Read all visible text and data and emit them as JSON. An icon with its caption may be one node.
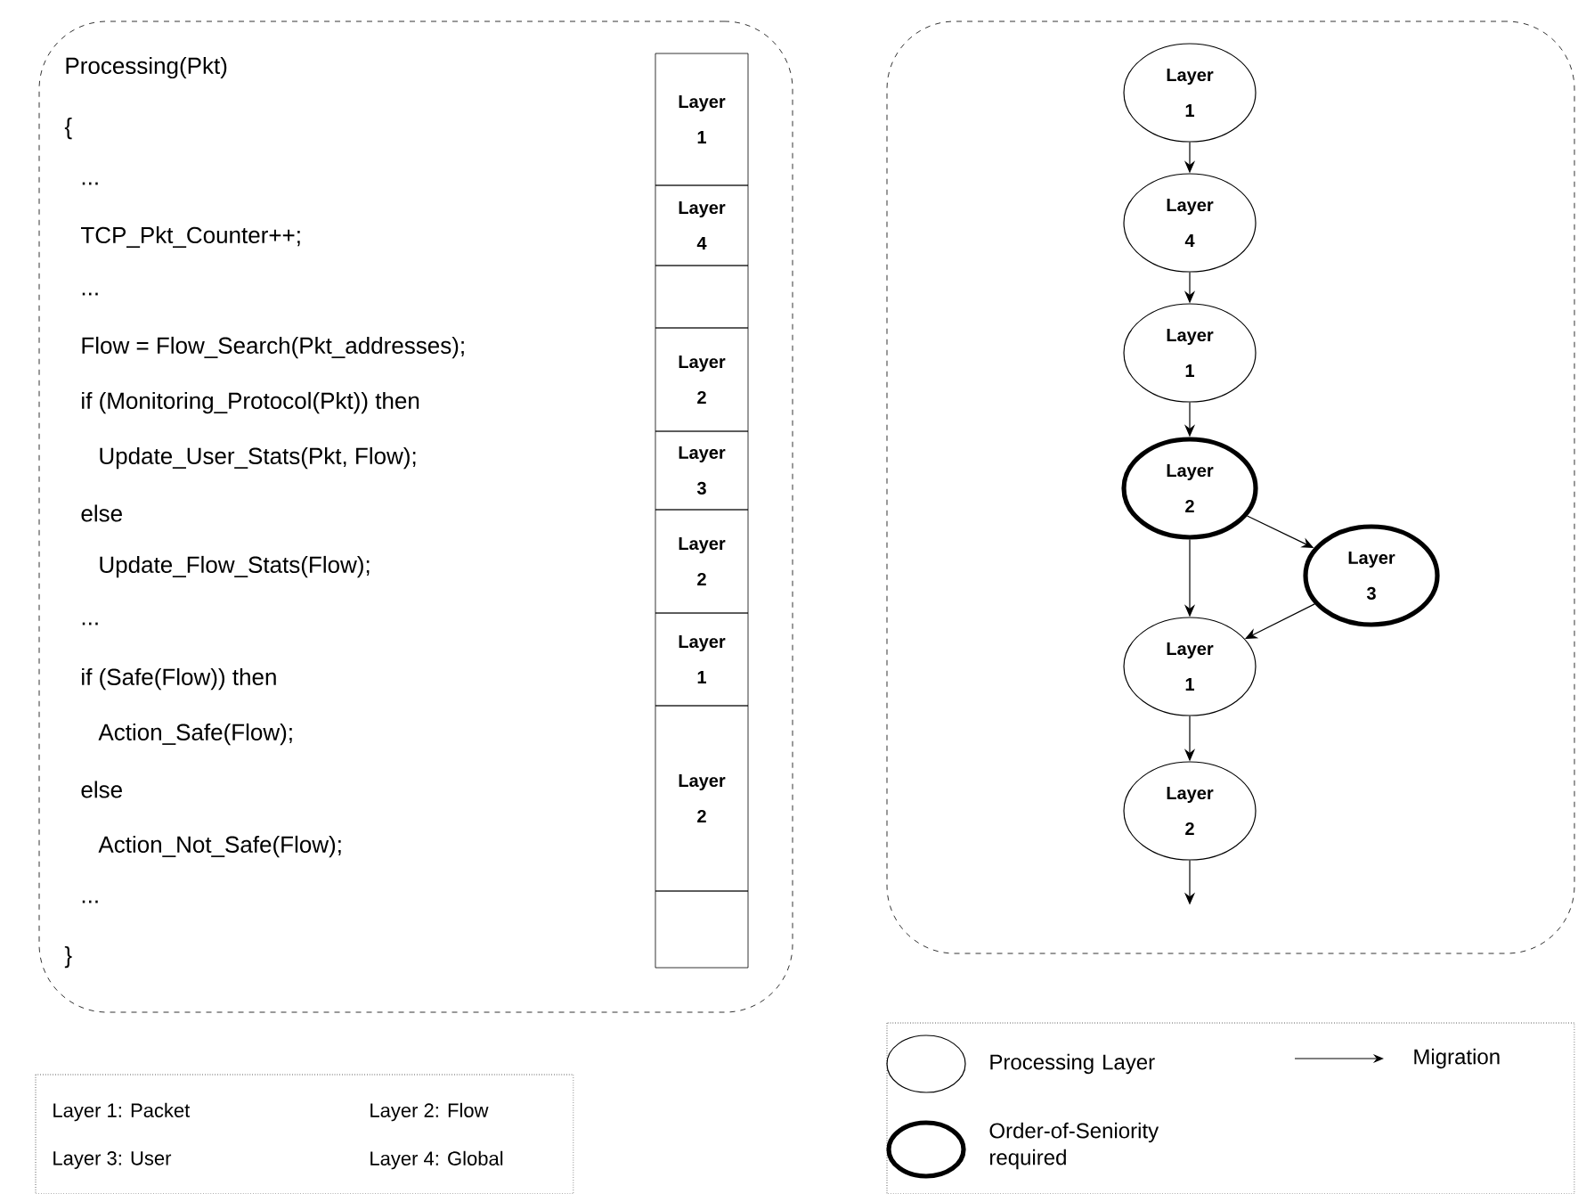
{
  "diagram": {
    "nodes": [
      {
        "text": [
          "Processing(Pkt)",
          "{",
          "...",
          "TCP_Pkt_Counter++;",
          "...",
          "Flow = Flow_Search(Pkt_addresses);",
          "if (Monitoring_Protocol(Pkt)) then",
          "Update_User_Stats(Pkt, Flow);",
          "else",
          "Update_Flow_Stats(Flow);",
          "...",
          "if (Safe(Flow)) then",
          "Action_Safe(Flow);",
          "else",
          "Action_Not_Safe(Flow);",
          "...",
          "}"
        ]
      },
      {
        "text": [
          "Layer 1"
        ],
        "in": 0
      },
      {
        "text": [
          "Layer 4"
        ],
        "in": 0
      },
      {
        "text": [],
        "shape": "box",
        "in": 0
      },
      {
        "text": [
          "Layer 2"
        ],
        "in": 0
      },
      {
        "text": [
          "Layer 3"
        ],
        "in": 0
      },
      {
        "text": [
          "Layer 2"
        ],
        "in": 0
      },
      {
        "text": [
          "Layer 1"
        ],
        "in": 0
      },
      {
        "text": [
          "Layer 2"
        ],
        "in": 0
      },
      {
        "text": [],
        "shape": "box",
        "in": 0
      },
      {
        "text": [],
        "shape": "box"
      },
      {
        "text": [
          "Layer 1"
        ],
        "in": 10
      },
      {
        "text": [
          "Layer 4"
        ],
        "in": 10
      },
      {
        "text": [
          "Layer 1"
        ],
        "in": 10
      },
      {
        "text": [
          "Layer 2"
        ],
        "in": 10
      },
      {
        "text": [
          "Layer 3"
        ],
        "in": 10
      },
      {
        "text": [
          "Layer 1"
        ],
        "in": 10
      },
      {
        "text": [
          "Layer 2"
        ],
        "in": 10
      }
    ],
    "edges": [
      {
        "from": 11,
        "to": 12,
        "arrow": "to"
      },
      {
        "from": 12,
        "to": 13,
        "arrow": "to"
      },
      {
        "from": 13,
        "to": 14,
        "arrow": "to"
      },
      {
        "from": 14,
        "to": 15,
        "arrow": "to"
      },
      {
        "from": 14,
        "to": 16,
        "arrow": "to"
      },
      {
        "from": 15,
        "to": 16,
        "arrow": "to"
      },
      {
        "from": 16,
        "to": 17,
        "arrow": "to"
      },
      {
        "from": 17,
        "to": null,
        "arrow": "to"
      }
    ],
    "labels": [
      "Layer 1: Packet",
      "Layer 2: Flow",
      "Layer 3: User",
      "Layer 4: Global"
    ],
    "legend": [
      {
        "text": "Processing Layer"
      },
      {
        "text": "Migration"
      },
      {
        "text": "Order-of-Seniority required"
      }
    ]
  }
}
